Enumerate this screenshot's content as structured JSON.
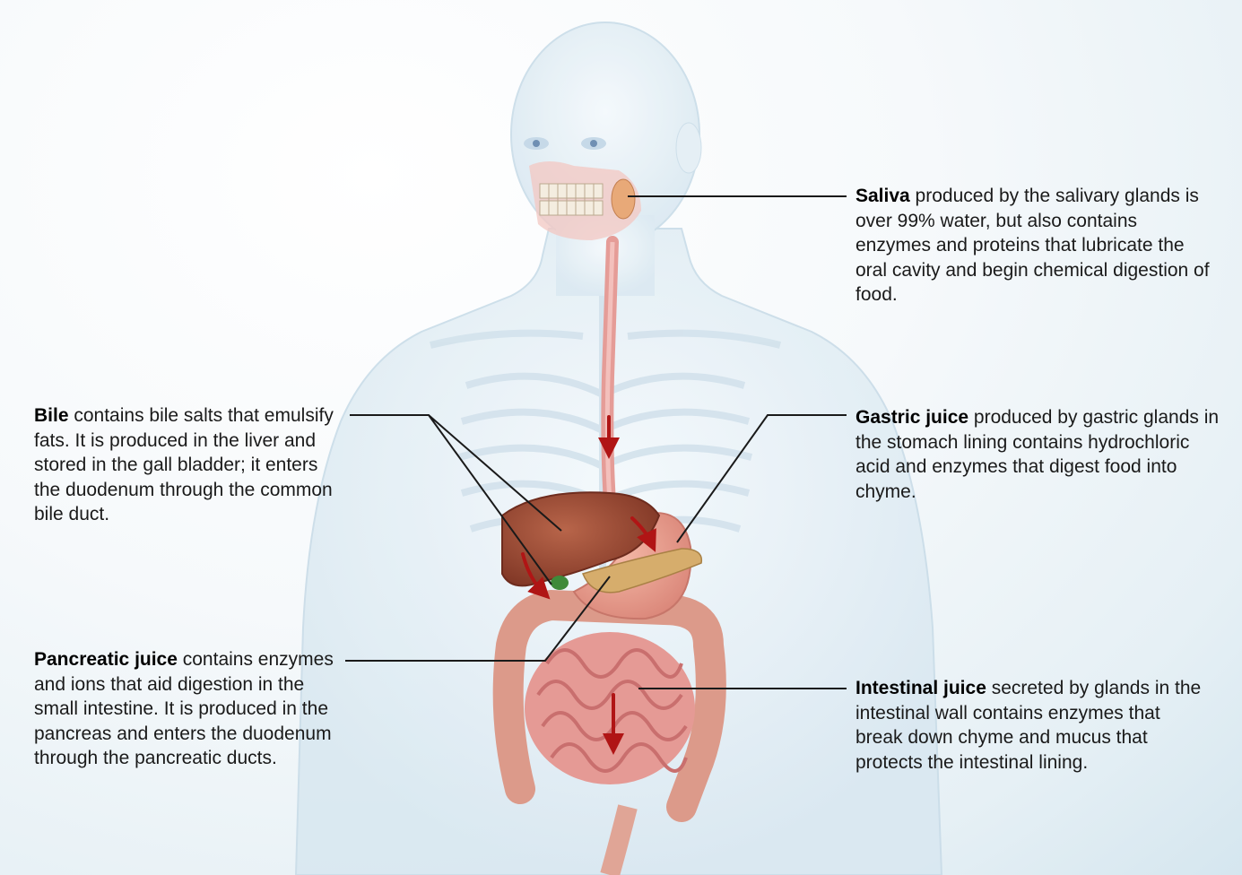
{
  "labels": {
    "saliva": {
      "term": "Saliva",
      "text": " produced by the salivary glands is over 99% water, but also contains enzymes and proteins that lubricate the oral cavity and begin chemical digestion of food."
    },
    "bile": {
      "term": "Bile",
      "text": " contains bile salts that emulsify fats. It is produced in the liver and stored in the gall bladder; it enters the duodenum through the common bile duct."
    },
    "gastric": {
      "term": "Gastric juice",
      "text": " produced by gastric glands in the stomach lining contains hydrochloric acid and enzymes that digest food into chyme."
    },
    "pancreatic": {
      "term": "Pancreatic juice",
      "text": " contains enzymes and ions that aid digestion in the small intestine. It is produced in the pancreas and enters the duodenum through the pancreatic ducts."
    },
    "intestinal": {
      "term": "Intestinal juice",
      "text": " secreted by glands in the intestinal wall contains enzymes that break down chyme and mucus that protects the intestinal lining."
    }
  }
}
